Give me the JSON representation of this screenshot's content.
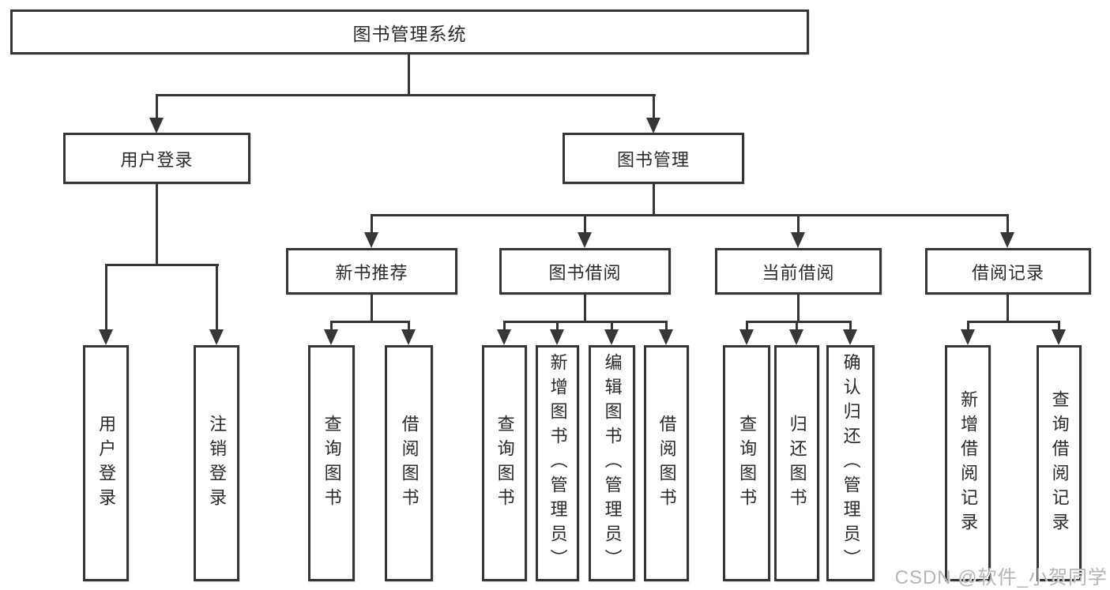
{
  "diagram_title": "图书管理系统",
  "nodes": {
    "root": "图书管理系统",
    "level2": [
      "用户登录",
      "图书管理"
    ],
    "level3": [
      "新书推荐",
      "图书借阅",
      "当前借阅",
      "借阅记录"
    ],
    "user_children": [
      "用户登录",
      "注销登录"
    ],
    "recommend_children": [
      "查询图书",
      "借阅图书"
    ],
    "borrow_children": [
      "查询图书",
      "新增图书（管理员）",
      "编辑图书（管理员）",
      "借阅图书"
    ],
    "current_children": [
      "查询图书",
      "归还图书",
      "确认归还（管理员）"
    ],
    "records_children": [
      "新增借阅记录",
      "查询借阅记录"
    ]
  },
  "watermark": "CSDN @软件_小贺同学",
  "colors": {
    "line": "#363636",
    "text": "#2a2a2a",
    "watermark": "#b5b5b5",
    "background": "#ffffff"
  }
}
